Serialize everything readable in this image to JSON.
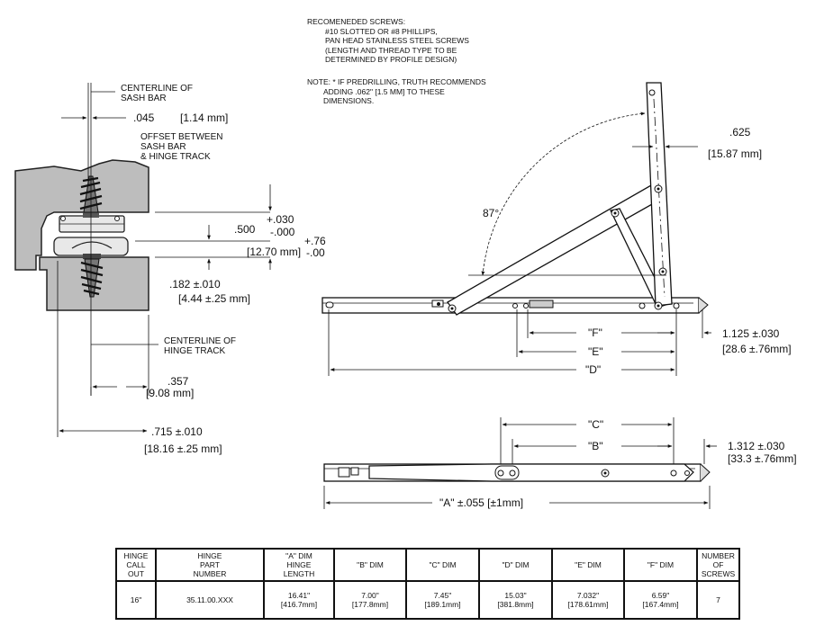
{
  "notes": {
    "screws": [
      "RECOMENEDED SCREWS:",
      "#10 SLOTTED OR #8 PHILLIPS,",
      "PAN HEAD STAINLESS STEEL SCREWS",
      "(LENGTH AND THREAD TYPE TO BE",
      "DETERMINED BY PROFILE DESIGN)"
    ],
    "predrill": [
      "NOTE: * IF PREDRILLING, TRUTH RECOMMENDS",
      "ADDING .062\" [1.5 MM] TO THESE",
      "DIMENSIONS."
    ]
  },
  "section": {
    "cl_sash": [
      "CENTERLINE OF",
      "SASH BAR"
    ],
    "dim_045": ".045",
    "dim_045_mm": "[1.14 mm]",
    "offset": [
      "OFFSET BETWEEN",
      "SASH BAR",
      "& HINGE TRACK"
    ],
    "dim_500": ".500",
    "tol_plus": "+.030",
    "tol_minus": "-.000",
    "dim_500_mm": "[12.70 mm]",
    "tol_mm_plus": "+.76",
    "tol_mm_minus": "-.00",
    "dim_182": ".182   ±.010",
    "dim_182_mm": "[4.44 ±.25 mm]",
    "cl_track": [
      "CENTERLINE OF",
      "HINGE TRACK"
    ],
    "dim_357": ".357",
    "dim_357_mm": "[9.08 mm]",
    "dim_715": ".715    ±.010",
    "dim_715_mm": "[18.16 ±.25 mm]"
  },
  "open_view": {
    "angle": "87°",
    "dim_625": ".625",
    "dim_625_mm": "[15.87 mm]",
    "label_f": "\"F\"",
    "label_e": "\"E\"",
    "label_d": "\"D\"",
    "dim_1125": "1.125     ±.030",
    "dim_1125_mm": "[28.6 ±.76mm]"
  },
  "closed_view": {
    "label_c": "\"C\"",
    "label_b": "\"B\"",
    "label_a": "\"A\" ±.055 [±1mm]",
    "dim_1312": "1.312     ±.030",
    "dim_1312_mm": "[33.3 ±.76mm]"
  },
  "table": {
    "headers": [
      [
        "HINGE",
        "CALL",
        "OUT"
      ],
      [
        "HINGE",
        "PART",
        "NUMBER"
      ],
      [
        "\"A\" DIM",
        "HINGE",
        "LENGTH"
      ],
      [
        "\"B\" DIM"
      ],
      [
        "\"C\" DIM"
      ],
      [
        "\"D\" DIM"
      ],
      [
        "\"E\" DIM"
      ],
      [
        "\"F\" DIM"
      ],
      [
        "NUMBER",
        "OF",
        "SCREWS"
      ]
    ],
    "row": [
      [
        "16\""
      ],
      [
        "35.11.00.XXX"
      ],
      [
        "16.41\"",
        "[416.7mm]"
      ],
      [
        "7.00\"",
        "[177.8mm]"
      ],
      [
        "7.45\"",
        "[189.1mm]"
      ],
      [
        "15.03\"",
        "[381.8mm]"
      ],
      [
        "7.032\"",
        "[178.61mm]"
      ],
      [
        "6.59\"",
        "[167.4mm]"
      ],
      [
        "7"
      ]
    ]
  }
}
